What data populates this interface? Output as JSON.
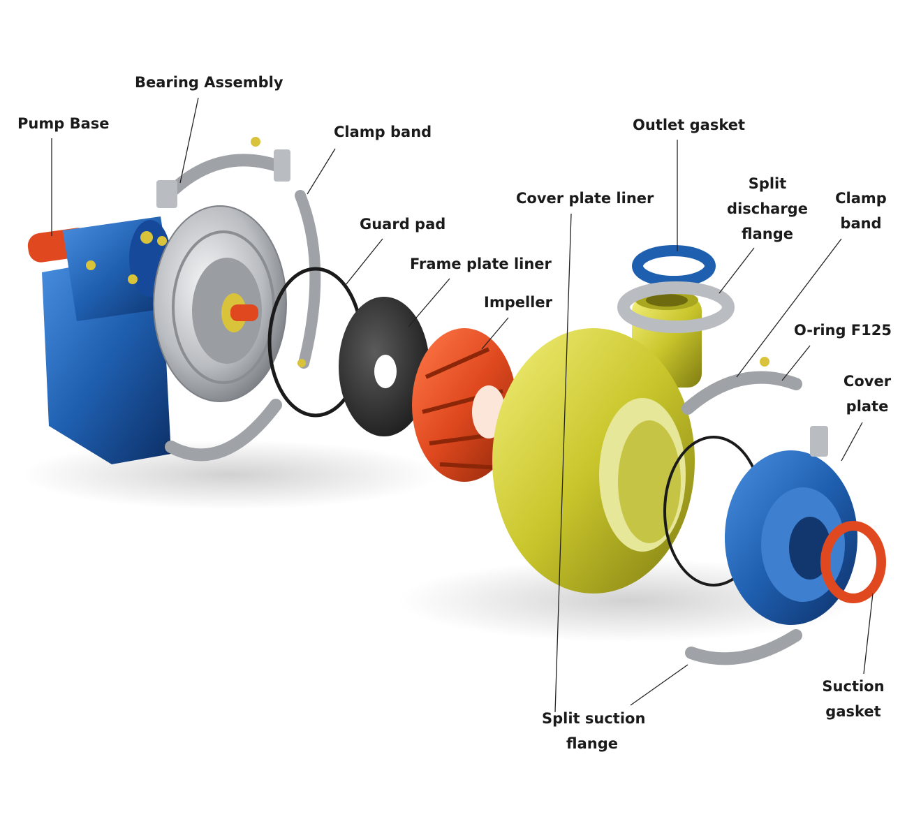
{
  "labels": {
    "pump_base": "Pump Base",
    "bearing_assembly": "Bearing Assembly",
    "clamp_band_1": "Clamp band",
    "guard_pad": "Guard pad",
    "frame_plate_liner": "Frame plate liner",
    "impeller": "Impeller",
    "cover_plate_liner": "Cover plate liner",
    "outlet_gasket": "Outlet gasket",
    "split_discharge_flange": [
      "Split",
      "discharge",
      "flange"
    ],
    "clamp_band_2": [
      "Clamp",
      "band"
    ],
    "o_ring": "O-ring F125",
    "cover_plate": [
      "Cover",
      "plate"
    ],
    "suction_gasket": [
      "Suction",
      "gasket"
    ],
    "split_suction_flange": [
      "Split suction",
      "flange"
    ]
  },
  "colors": {
    "blue": "#1f5fb0",
    "orange": "#e0491f",
    "yellow": "#c9c62c",
    "silver": "#b9bcc0",
    "black": "#2a2a2a",
    "leader": "#222222"
  }
}
